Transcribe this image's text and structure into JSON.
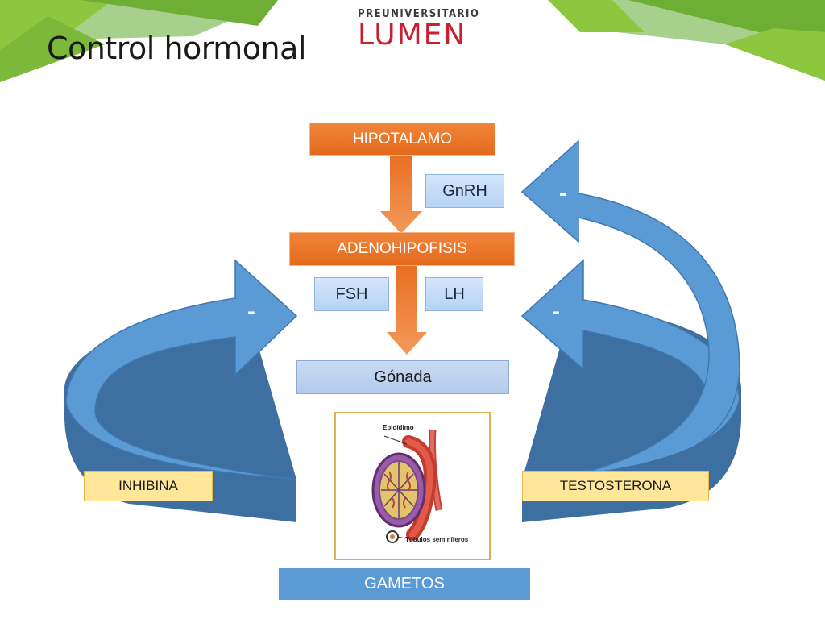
{
  "slide": {
    "title": "Control hormonal",
    "logo_top": "PREUNIVERSITARIO",
    "logo_main": "LUMEN"
  },
  "diagram": {
    "hipotalamo": "HIPOTALAMO",
    "gnrh": "GnRH",
    "adenohipofisis": "ADENOHIPOFISIS",
    "fsh": "FSH",
    "lh": "LH",
    "gonada": "Gónada",
    "inhibina": "INHIBINA",
    "testosterona": "TESTOSTERONA",
    "gametos": "GAMETOS",
    "minus_left": "-",
    "minus_right_low": "-",
    "minus_right_high": "-",
    "epididimo": "Epidídimo",
    "tubulos": "Túbulos seminíferos"
  },
  "colors": {
    "orange": "#ed7d31",
    "light_blue": "#bdd7ee",
    "blue": "#5b9bd5",
    "yellow": "#ffe699",
    "green": "#8dc63f",
    "logo_red": "#c8202f"
  }
}
